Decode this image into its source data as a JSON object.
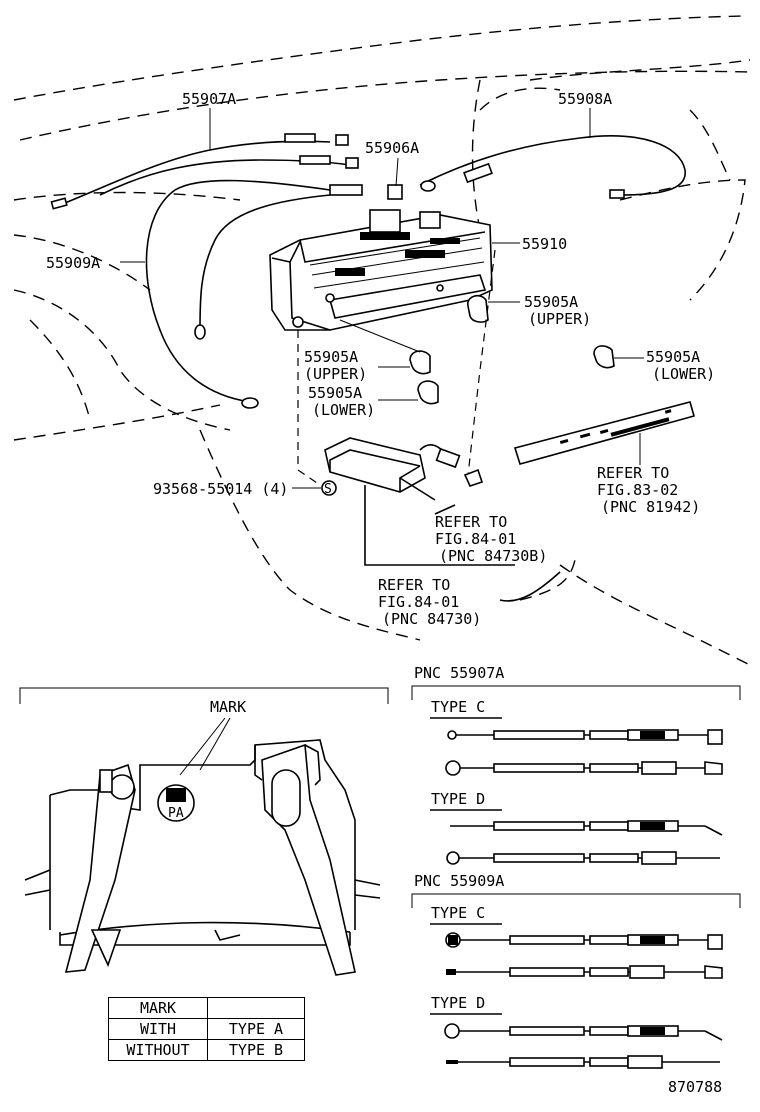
{
  "diagram_number": "870788",
  "parts": {
    "p55907A": "55907A",
    "p55908A": "55908A",
    "p55906A": "55906A",
    "p55909A": "55909A",
    "p55910": "55910",
    "p55905A_upper_right": "55905A",
    "upper_right": "(UPPER)",
    "p55905A_lower_right": "55905A",
    "lower_right": "(LOWER)",
    "p55905A_upper_left": "55905A",
    "upper_left": "(UPPER)",
    "p55905A_lower_left": "55905A",
    "lower_left": "(LOWER)",
    "screw": "93568-55014 (4)",
    "screw_symbol": "S"
  },
  "refs": {
    "r1_line1": "REFER TO",
    "r1_line2": "FIG.83-02",
    "r1_line3": "(PNC 81942)",
    "r2_line1": "REFER TO",
    "r2_line2": "FIG.84-01",
    "r2_line3": "(PNC 84730B)",
    "r3_line1": "REFER TO",
    "r3_line2": "FIG.84-01",
    "r3_line3": "(PNC 84730)"
  },
  "detail": {
    "mark_label": "MARK",
    "badge_text": "PA"
  },
  "pnc_sections": [
    {
      "title": "PNC 55907A",
      "type_c": "TYPE C",
      "type_d": "TYPE D"
    },
    {
      "title": "PNC 55909A",
      "type_c": "TYPE C",
      "type_d": "TYPE D"
    }
  ],
  "mark_table": {
    "header": [
      "MARK",
      ""
    ],
    "rows": [
      [
        "WITH",
        "TYPE A"
      ],
      [
        "WITHOUT",
        "TYPE B"
      ]
    ]
  }
}
